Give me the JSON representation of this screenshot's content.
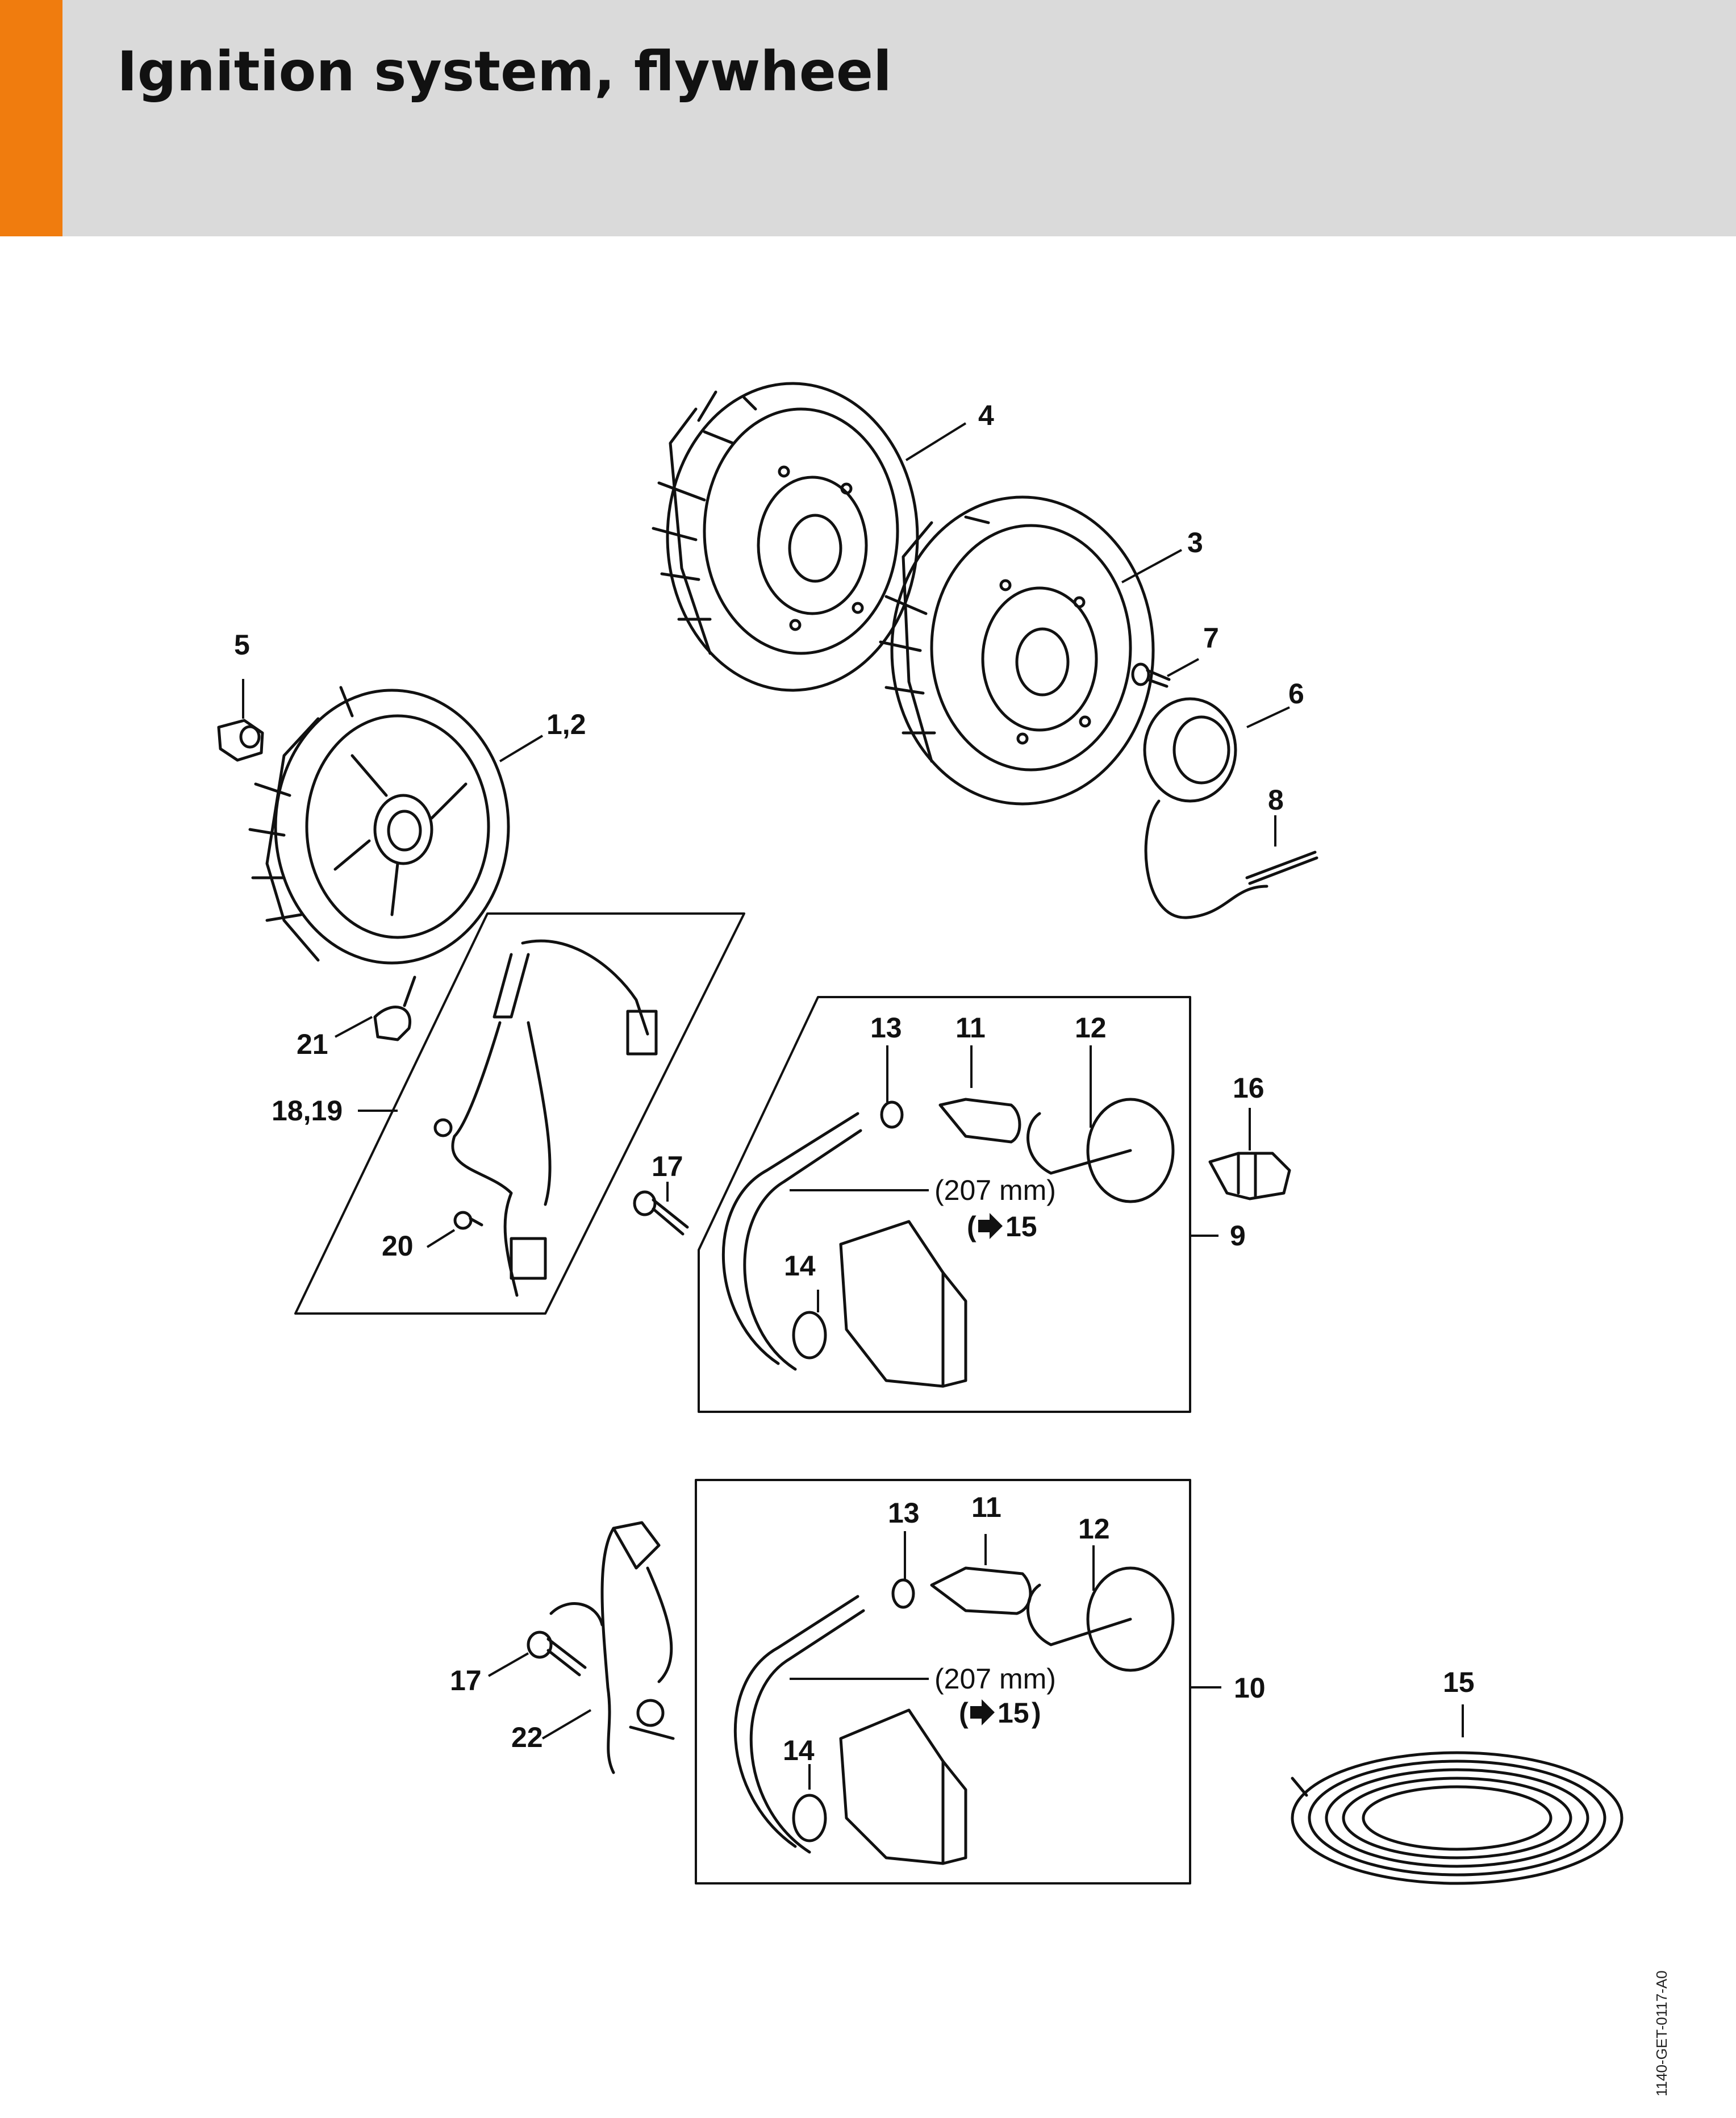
{
  "header": {
    "title": "Ignition system, flywheel",
    "accent_color": "#f07c0e",
    "background_color": "#dadada"
  },
  "labels": {
    "p4": "4",
    "p3": "3",
    "p5": "5",
    "p12a": "1,2",
    "p7": "7",
    "p6": "6",
    "p8": "8",
    "p21": "21",
    "p1819": "18,19",
    "p20": "20",
    "p17a": "17",
    "p13a": "13",
    "p11a": "11",
    "p12b": "12",
    "p16": "16",
    "p14a": "14",
    "p9": "9",
    "p13b": "13",
    "p11b": "11",
    "p12c": "12",
    "p17b": "17",
    "p22": "22",
    "p14b": "14",
    "p10": "10",
    "p15": "15"
  },
  "annotations": {
    "length_a": "(207 mm)",
    "ref_a": "15",
    "length_b": "(207 mm)",
    "ref_b": "15"
  },
  "document_id": "1140-GET-0117-A0"
}
